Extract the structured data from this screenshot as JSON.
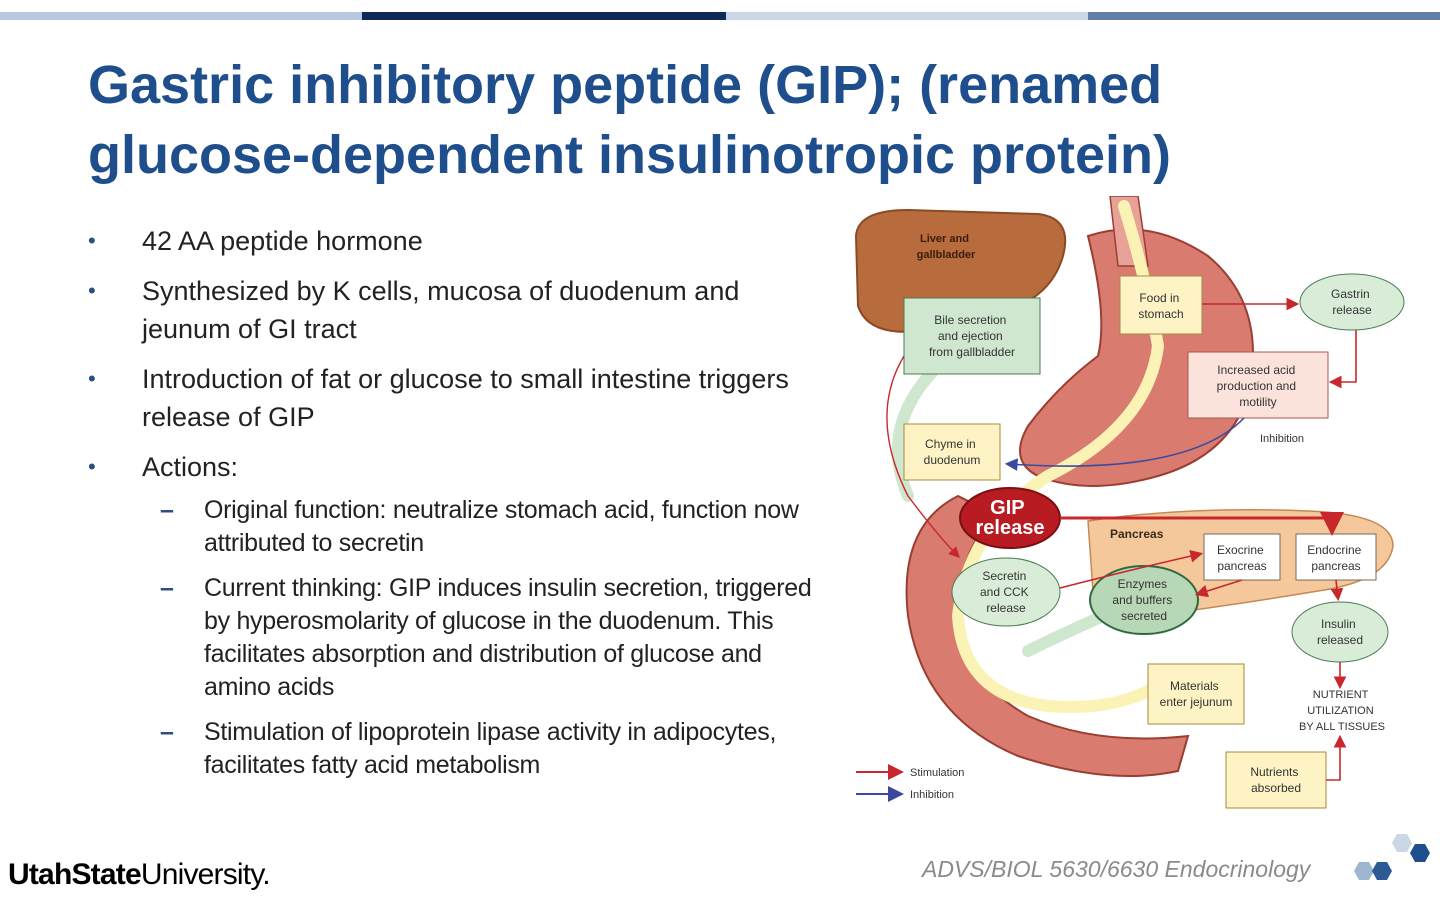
{
  "slide": {
    "title": "Gastric inhibitory peptide (GIP); (renamed glucose-dependent insulinotropic protein)",
    "bullets": [
      "42 AA peptide hormone",
      "Synthesized by K cells, mucosa of duodenum and jeunum  of GI tract",
      "Introduction of fat or glucose to small intestine triggers release of GIP",
      "Actions:"
    ],
    "sub_bullets": [
      "Original function:  neutralize stomach acid, function now attributed to secretin",
      "Current thinking:   GIP induces insulin secretion, triggered by hyperosmolarity of glucose in the duodenum.  This facilitates absorption and distribution of glucose and amino acids",
      "Stimulation of lipoprotein lipase activity in adipocytes, facilitates fatty acid metabolism"
    ],
    "bullet_marker": "•",
    "sub_marker": "–"
  },
  "figure": {
    "liver_label_1": "Liver and",
    "liver_label_2": "gallbladder",
    "food_1": "Food in",
    "food_2": "stomach",
    "gastrin_1": "Gastrin",
    "gastrin_2": "release",
    "bile_1": "Bile secretion",
    "bile_2": "and ejection",
    "bile_3": "from gallbladder",
    "acid_1": "Increased acid",
    "acid_2": "production and",
    "acid_3": "motility",
    "inhibition_tag": "Inhibition",
    "chyme_1": "Chyme in",
    "chyme_2": "duodenum",
    "gip_1": "GIP",
    "gip_2": "release",
    "pancreas": "Pancreas",
    "exo_1": "Exocrine",
    "exo_2": "pancreas",
    "endo_1": "Endocrine",
    "endo_2": "pancreas",
    "secretin_1": "Secretin",
    "secretin_2": "and CCK",
    "secretin_3": "release",
    "enzymes_1": "Enzymes",
    "enzymes_2": "and buffers",
    "enzymes_3": "secreted",
    "insulin_1": "Insulin",
    "insulin_2": "released",
    "materials_1": "Materials",
    "materials_2": "enter jejunum",
    "nutrient_1": "NUTRIENT",
    "nutrient_2": "UTILIZATION",
    "nutrient_3": "BY ALL TISSUES",
    "absorbed_1": "Nutrients",
    "absorbed_2": "absorbed",
    "legend_stim": "Stimulation",
    "legend_inhib": "Inhibition"
  },
  "footer": {
    "logo_bold": "UtahState",
    "logo_regular": "University.",
    "course": "ADVS/BIOL 5630/6630 Endocrinology"
  },
  "colors": {
    "title": "#1f4e8c",
    "stim_arrow": "#c8282d",
    "inhib_arrow": "#3b4a9e",
    "box_green": "#cfe6cf",
    "box_yellow": "#fdf3c4"
  }
}
